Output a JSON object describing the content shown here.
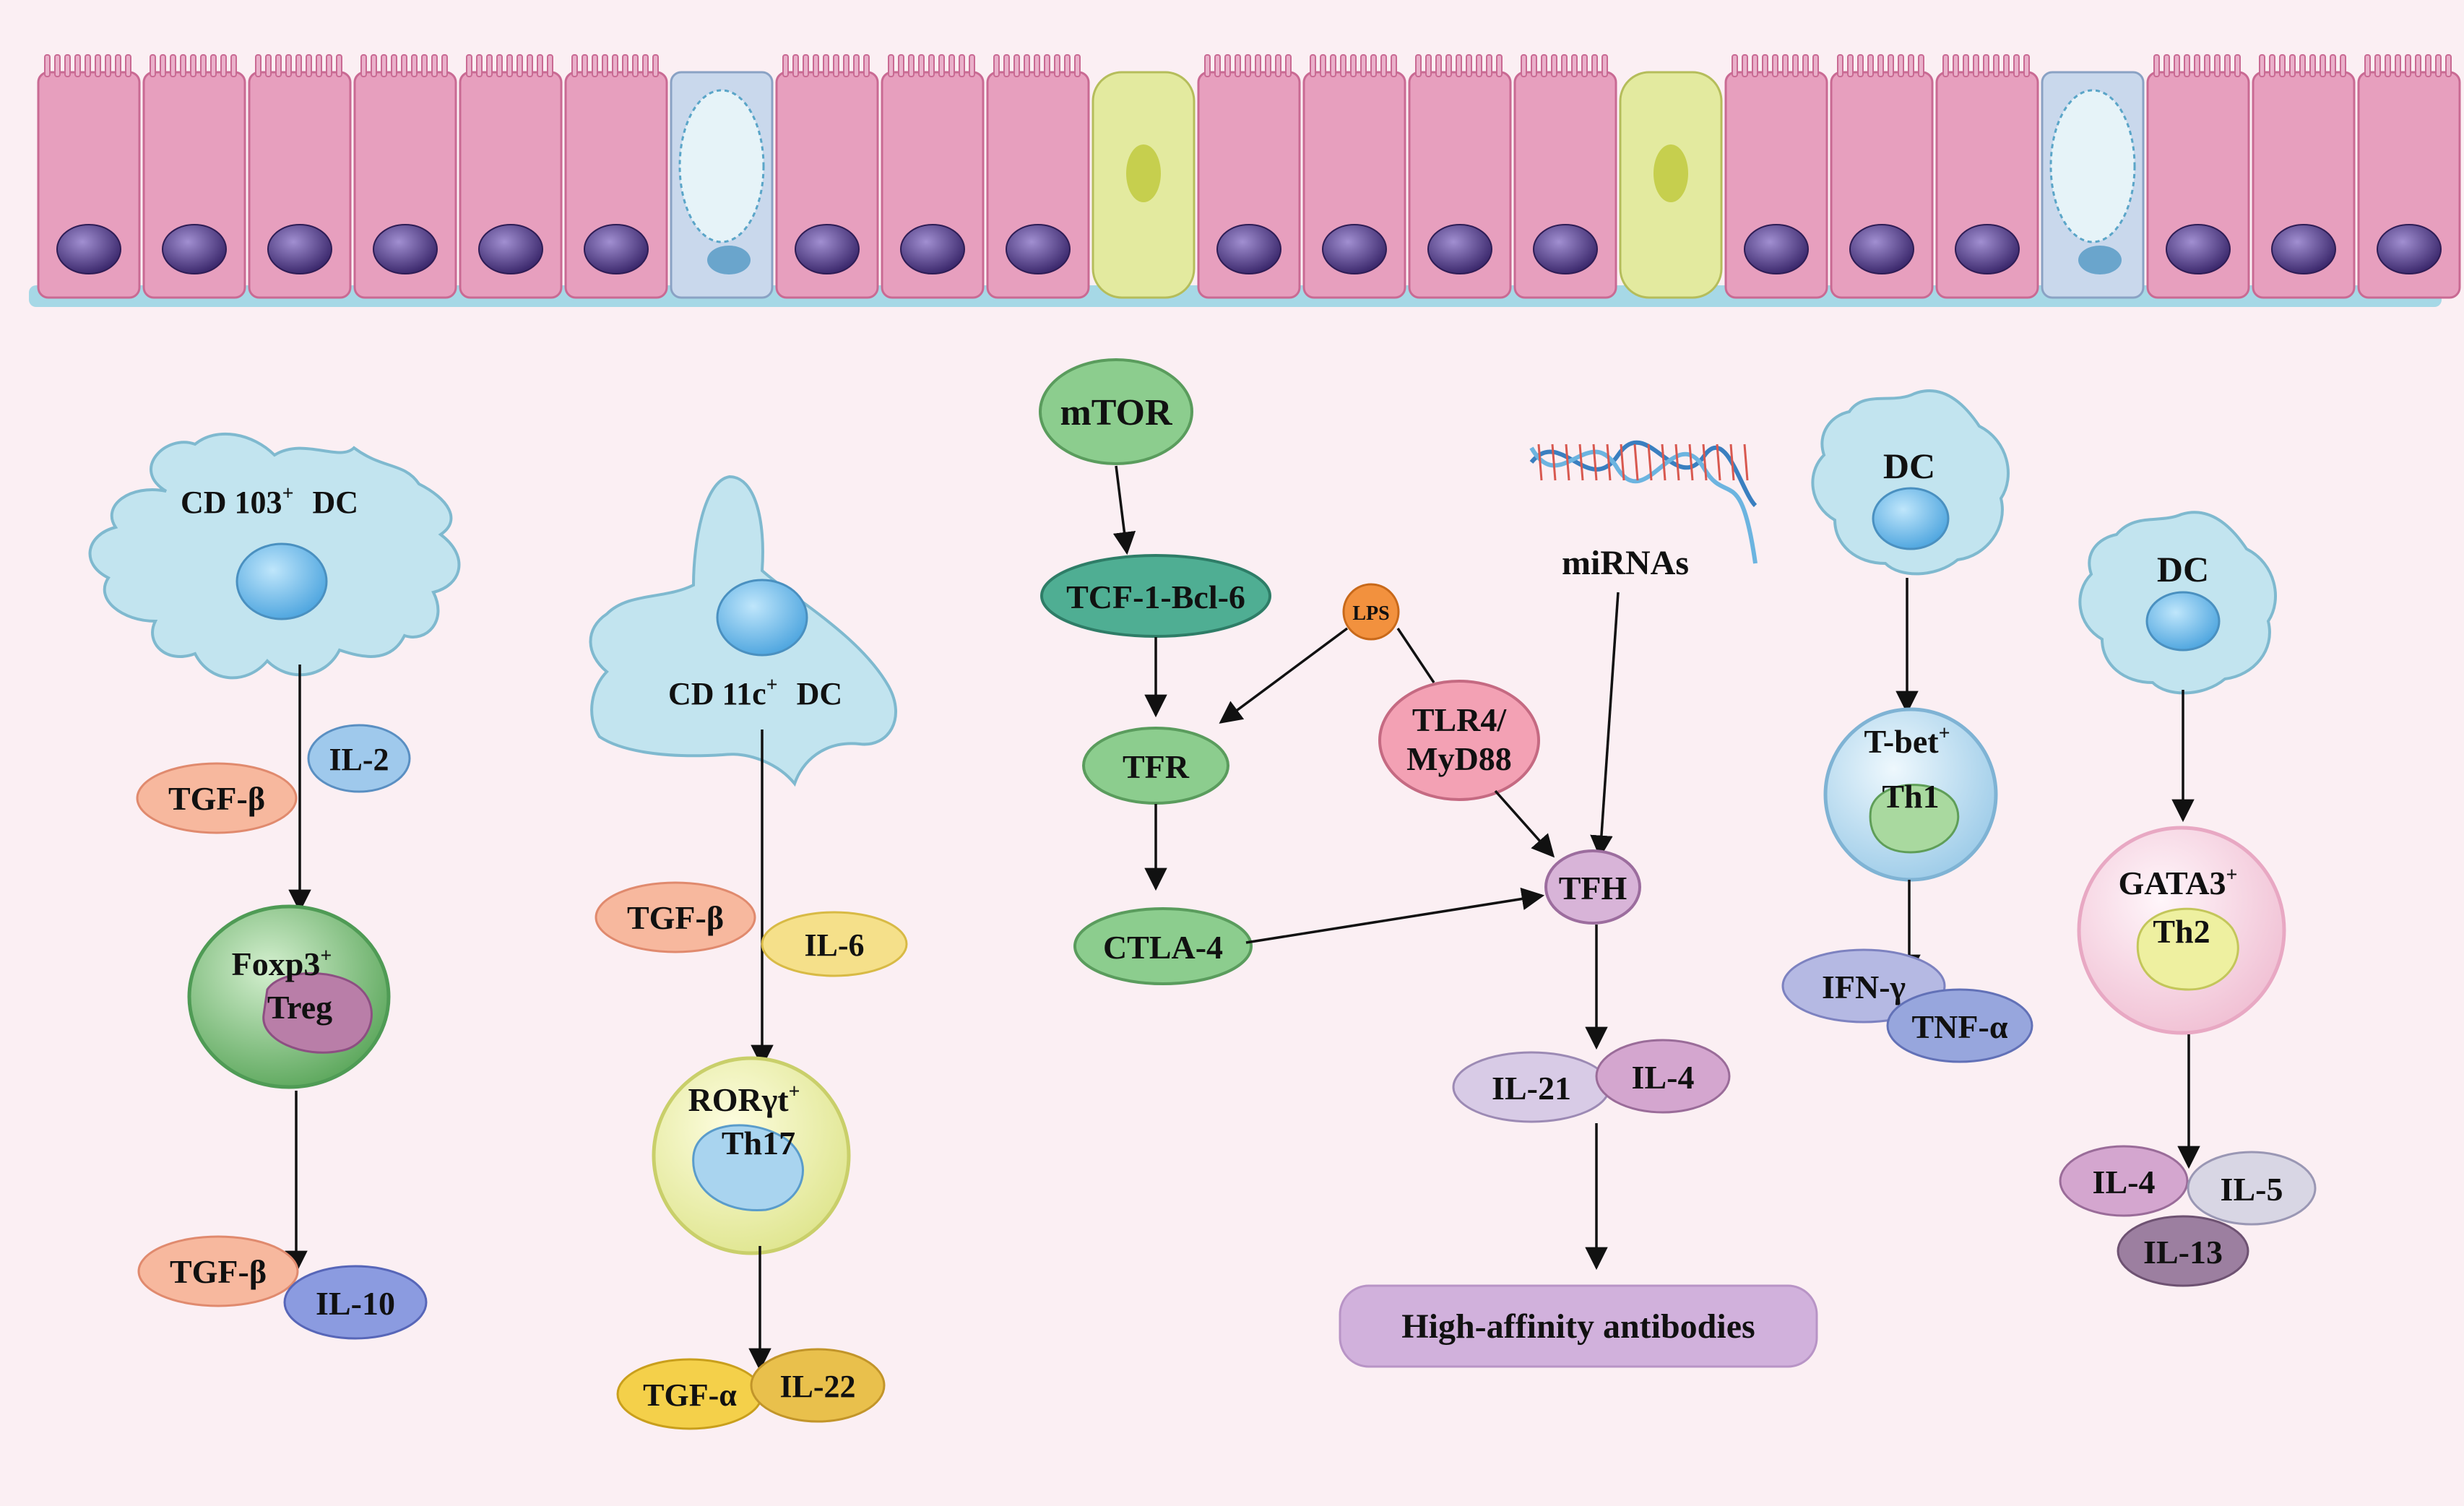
{
  "colors": {
    "background": "#fbeff3",
    "epithelium": "#e79fbe",
    "goblet": "#c9d8ec",
    "tuft": "#e3ea9f",
    "dc": "#c2e4ef",
    "treg": "#9fd19c",
    "th17": "#eef0a8",
    "th1": "#bfe0f1",
    "th2": "#f6dbe6",
    "tgf": "#f7b89e",
    "il2": "#9fc9ec",
    "il6": "#f5e08a",
    "il10": "#8b9be0",
    "tgfa": "#f4d04a",
    "il22": "#e9c04c",
    "green_node": "#8ccd8e",
    "teal_node": "#4fae93",
    "lps": "#f2913e",
    "tlr": "#f3a1b4",
    "tfh": "#d8b4d8",
    "il21": "#d8cbe6",
    "il4_purple": "#d4a6cf",
    "ifn": "#b5b9e3",
    "tnf": "#97a6dd",
    "il5": "#d8d6e4",
    "il13": "#9c7fa0",
    "antibodies": "#d1b1dc"
  },
  "icons": {
    "dna": "dna-helix-icon"
  },
  "cells": {
    "cd103_dc": "CD 103",
    "cd103_sup": "+",
    "cd103_dc_suffix": "DC",
    "cd11c_dc": "CD 11c",
    "cd11c_sup": "+",
    "cd11c_dc_suffix": "DC",
    "treg_line1": "Foxp3",
    "treg_sup": "+",
    "treg_line2": "Treg",
    "th17_line1": "RORγt",
    "th17_sup": "+",
    "th17_line2": "Th17",
    "dc1": "DC",
    "dc2": "DC",
    "th1_line1": "T-bet",
    "th1_sup": "+",
    "th1_line2": "Th1",
    "th2_line1": "GATA3",
    "th2_sup": "+",
    "th2_line2": "Th2"
  },
  "nodes": {
    "mtor": "mTOR",
    "tcf": "TCF-1-Bcl-6",
    "lps": "LPS",
    "tfr": "TFR",
    "tlr4": "TLR4/",
    "myd88": "MyD88",
    "mirnas": "miRNAs",
    "ctla4": "CTLA-4",
    "tfh": "TFH",
    "antibodies": "High-affinity antibodies"
  },
  "cytokines": {
    "treg_in_tgf": "TGF-β",
    "treg_in_il2": "IL-2",
    "treg_out_tgf": "TGF-β",
    "treg_out_il10": "IL-10",
    "th17_in_tgf": "TGF-β",
    "th17_in_il6": "IL-6",
    "th17_out_tgfa": "TGF-α",
    "th17_out_il22": "IL-22",
    "tfh_il21": "IL-21",
    "tfh_il4": "IL-4",
    "th1_ifn": "IFN-γ",
    "th1_tnf": "TNF-α",
    "th2_il4": "IL-4",
    "th2_il5": "IL-5",
    "th2_il13": "IL-13"
  }
}
